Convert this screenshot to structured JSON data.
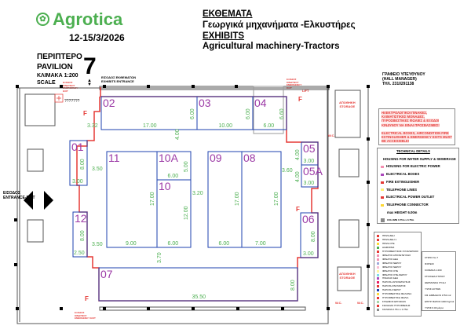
{
  "header": {
    "brand": "Agrotica",
    "dates": "12-15/3/2026",
    "exhibits_gr": "ΕΚΘΕΜΑΤΑ",
    "category_gr": "Γεωργικά μηχανήματα -Ελκυστήρες",
    "exhibits_en": "EXHIBITS",
    "category_en": "Agricultural machinery-Tractors"
  },
  "pavilion": {
    "label_gr": "ΠΕΡΙΠΤΕΡΟ",
    "label_en": "PAVILION",
    "scale_gr": "ΚΛΙΜΑΚΑ 1:200",
    "scale_en": "SCALE",
    "number": "7",
    "entrance_gr": "ΕΙΣΟΔΟΣ ΕΚΘΕΜΑΤΩΝ",
    "entrance_en": "EXHIBITS ENTRANCE",
    "emergency_exit": "ΕΞΟΔΟΣ ΚΙΝΔΥΝΟΥ EMERGENCY EXIT",
    "entrance_exit_gr": "ΕΙΣΟΔΟΣ",
    "entrance_exit_en": "ENTRANCE-EXIT",
    "unknown_room": "???????",
    "lift": "LIFT",
    "wc": "W.C.",
    "storage_gr": "ΑΠΟΘΗΚΗ",
    "storage_en": "STORAGE",
    "fire": "F"
  },
  "manager": {
    "title_gr": "ΓΡΑΦΕΙΟ ΥΠΕΥΘΥΝΟΥ",
    "title_en": "(HALL MANAGER)",
    "phone": "ΤΗΛ. 2310291138"
  },
  "warning": {
    "gr": "ΗΛΕΚΤΡΟΛΟΓΙΚΟΙ ΠΙΝΑΚΕΣ, ΚΛΙΜΑΤΙΣΤΙΚΕΣ ΜΟΝΑΔΕΣ, ΠΥΡΟΣΒΕΣΤΙΚΕΣ ΦΩΛΙΕΣ & ΕΞΟΔΟΙ ΚΙΝΔΥΝΟΥ ΝΑ ΕΙΝΑΙ ΠΡΟΣΒΑΣΙΜΕΣ!",
    "en": "ELECTRICAL BOXES, AIRCONDITION FIRE EXTINGUISHER & EMERGENCY EXITS MUST BE ACCESSIBLE!"
  },
  "technical": {
    "title": "TECHNICAL DETAILS",
    "items": [
      {
        "label": "HOUSING FOR WATER SUPPLY & SEWERAGE",
        "color": "#b39ddb"
      },
      {
        "label": "HOUSING FOR ELECTRIC POWER",
        "color": "#f48fb1"
      },
      {
        "label": "ELECTRICAL BOXES",
        "color": "#ab47bc"
      },
      {
        "label": "FIRE EXTINGUISHER",
        "color": "#e53935"
      },
      {
        "label": "TELEPHONE LINES",
        "color": "#fff176"
      },
      {
        "label": "ELECTRICAL POWER OUTLET",
        "color": "#e53935"
      },
      {
        "label": "TELEPHONE CONNECTOR",
        "color": "#fdd835"
      }
    ],
    "max_height": "max HEIGHT 6.00m",
    "column": "COLUMN 0.75m x 0.75m"
  },
  "legend": [
    {
      "label": "ΠΡΙΖΑ ΔΕΗ",
      "color": "#e53935"
    },
    {
      "label": "ΠΡΙΖΑ ΔΕΗ 1",
      "color": "#e53935"
    },
    {
      "label": "ΠΡΙΖΑ ΟΤΕ",
      "color": "#fdd835"
    },
    {
      "label": "ΔΙΑΦΟΡΕΣ",
      "color": "#4caf50"
    },
    {
      "label": "ΠΥΡΟΣΒΕΣΤΙΚΟΣ ΣΥΝΑΓΕΡΜΟΣ",
      "color": "#e53935"
    },
    {
      "label": "ΦΡΕΑΤΙΟ ΑΠΟΧΕΤΕΥΣΗΣ",
      "color": "#f48fb1"
    },
    {
      "label": "ΦΡΕΑΤΙΟ ΔΕΗ",
      "color": "#f48fb1"
    },
    {
      "label": "ΦΡΕΑΤΙΟ ΝΕΡΟΥ",
      "color": "#9fa8da"
    },
    {
      "label": "ΦΡΕΑΤΙΟ ΝΕΡΟΥ",
      "color": "#f8bbd0"
    },
    {
      "label": "ΦΡΕΑΤΙΟ ΟΤΕ",
      "color": "#fff59d"
    },
    {
      "label": "ΦΡΕΑΤΙΟ ΟΤΕ-ΝΕΡΟΥ",
      "color": "#80deea"
    },
    {
      "label": "ΠΙΝΑΚΑΣ ΔΕΗ",
      "color": "#ab47bc"
    },
    {
      "label": "ΠΑΡΟΧΗ ΑΠΟΧΕΤΕΥΣΗΣ",
      "color": "#e91e63"
    },
    {
      "label": "ΠΑΡΟΧΗ ΡΕΥΜΑΤΟΣ",
      "color": "#e53935"
    },
    {
      "label": "ΠΑΡΟΧΗ ΝΕΡΟΥ",
      "color": "#1e40af"
    },
    {
      "label": "ΠΥΡΟΣΒΕΣΤΙΚΗ ΦΑΛΑΙΝΑ",
      "color": "#fdd835"
    },
    {
      "label": "ΠΥΡΟΣΒΕΣΤΙΚΗ ΦΩΛΙΑ",
      "color": "#e53935"
    },
    {
      "label": "ΣΤΑΘΜΟΣ ΕΡΓΑΣΙΩΝ",
      "color": "#a5d6a7"
    },
    {
      "label": "ΣΩΛΗΝΑΣ ΠΥΡΟΣΒΕΣΗΣ",
      "color": "#e53935"
    },
    {
      "label": "ΚΟΛΩΝΑ 0.75m x 0.75m",
      "color": "#888888"
    }
  ],
  "building_info": [
    "ΚΤΙΡΙΟ No 7",
    "ΙΣΟΓΕΙΟ",
    "ΚΛΙΜΑΚΑ 1:200",
    "ΣΤΟΙΧΕΙΑ ΚΤΙΡΙΟΥ",
    "ΘΕΡΜΑΝΣΗ ΨΥΞΗ",
    "ΥΨΟΣ ΘΥΡΩΝ",
    "ΣΦ. ΕΜΒΑΔΟΝ 1750 m2",
    "ΕΠΙΤΡ. ΒΑΡΟΣ 1000 Kg/m2",
    "ΥΨΟΣ 6.00 μέτρα"
  ],
  "booths": [
    {
      "id": "02",
      "w": "17.00",
      "d": "6.00"
    },
    {
      "id": "03",
      "w": "10.00",
      "d": "6.00"
    },
    {
      "id": "04",
      "w": "6.00",
      "d": "6.60"
    },
    {
      "id": "01",
      "w": "3.00",
      "d": "8.00"
    },
    {
      "id": "11",
      "w": "9.00",
      "d": "17.00"
    },
    {
      "id": "10A",
      "w": "6.00",
      "d": "5.00"
    },
    {
      "id": "10",
      "w": "6.00",
      "d": "12.00"
    },
    {
      "id": "09",
      "w": "6.00",
      "d": "17.00"
    },
    {
      "id": "08",
      "w": "7.00",
      "d": "17.00"
    },
    {
      "id": "05",
      "w": "3.00",
      "d": "4.00"
    },
    {
      "id": "05A",
      "w": "3.00",
      "d": "4.00"
    },
    {
      "id": "12",
      "w": "2.50",
      "d": "8.00"
    },
    {
      "id": "06",
      "w": "3.00",
      "d": "8.00"
    },
    {
      "id": "07",
      "w": "35.50",
      "d": "8.00"
    }
  ],
  "aisles": [
    "3.32",
    "4.00",
    "3.50",
    "3.20",
    "3.60",
    "3.50",
    "3.70"
  ],
  "colors": {
    "brand": "#4caf50",
    "booth_outline": "#1e40af",
    "route": "#e53935",
    "booth_label": "#9c3aa6",
    "dimension": "#4caf50"
  }
}
